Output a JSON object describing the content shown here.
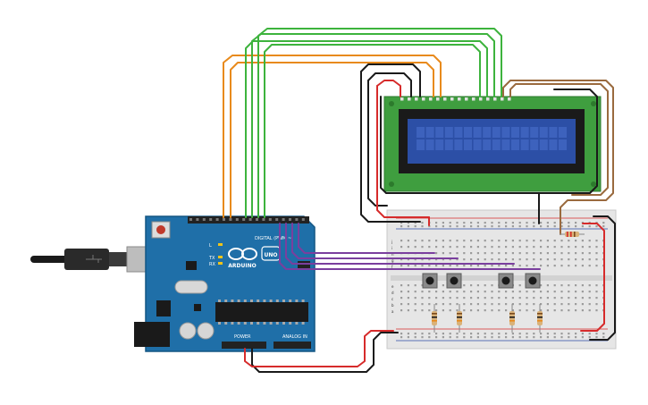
{
  "colors": {
    "arduino_board": "#1f6fa8",
    "arduino_dark": "#145683",
    "breadboard": "#e6e6e6",
    "lcd_pcb": "#3f9e3f",
    "lcd_screen": "#2c4fa6",
    "wire_green": "#3db33d",
    "wire_orange": "#e88a1c",
    "wire_black": "#1a1a1a",
    "wire_red": "#d62b2b",
    "wire_purple": "#7a3f9e",
    "wire_brown": "#9a6a3e"
  },
  "arduino": {
    "logo": "ARDUINO",
    "model": "UNO",
    "digital_label": "DIGITAL (PWM ~)",
    "power_label": "POWER",
    "analog_label": "ANALOG IN",
    "tx_label": "TX",
    "rx_label": "RX",
    "l_label": "L"
  },
  "breadboard": {
    "rows_top": [
      "j",
      "i",
      "h",
      "g",
      "f"
    ],
    "rows_bottom": [
      "e",
      "d",
      "c",
      "b",
      "a"
    ]
  },
  "components": {
    "buttons": 4,
    "resistors": 5
  }
}
